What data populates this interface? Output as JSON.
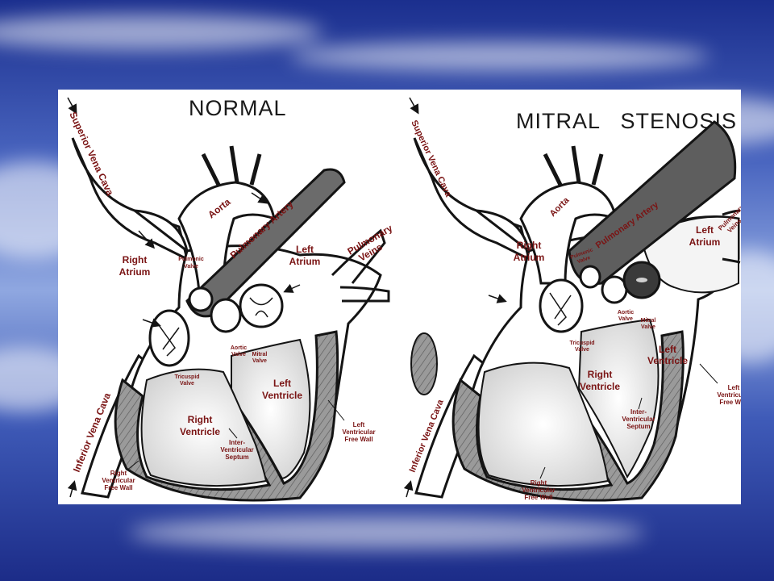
{
  "slide": {
    "colors": {
      "sky_top": "#1b2f8e",
      "sky_mid": "#6a86cf",
      "sky_bottom": "#1c2c88",
      "label": "#7a1414",
      "wall_fill": "#8f8f8f",
      "outline": "#141414"
    }
  },
  "normal": {
    "title": "NORMAL",
    "labels": {
      "superior_vena_cava": "Superior Vena Cava",
      "inferior_vena_cava": "Inferior Vena Cava",
      "aorta": "Aorta",
      "pulmonary_artery": "Pulmonary Artery",
      "pulmonary_veins": [
        "Pulmonary",
        "Veins"
      ],
      "right_atrium": [
        "Right",
        "Atrium"
      ],
      "left_atrium": [
        "Left",
        "Atrium"
      ],
      "pulmonic_valve": [
        "Pulmonic",
        "Valve"
      ],
      "aortic_valve": [
        "Aortic",
        "Valve"
      ],
      "mitral_valve": [
        "Mitral",
        "Valve"
      ],
      "tricuspid_valve": [
        "Tricuspid",
        "Valve"
      ],
      "left_ventricle": [
        "Left",
        "Ventricle"
      ],
      "right_ventricle": [
        "Right",
        "Ventricle"
      ],
      "septum": [
        "Inter-",
        "Ventricular",
        "Septum"
      ],
      "lv_free_wall": [
        "Left",
        "Ventricular",
        "Free Wall"
      ],
      "rv_free_wall": [
        "Right",
        "Ventricular",
        "Free Wall"
      ]
    }
  },
  "mitral_stenosis": {
    "title": "MITRAL   STENOSIS",
    "labels": {
      "superior_vena_cava": "Superior Vena Cava",
      "inferior_vena_cava": "Inferior Vena Cava",
      "aorta": "Aorta",
      "pulmonary_artery": "Pulmonary Artery",
      "pulmonary_veins": [
        "Pulmonary",
        "Veins"
      ],
      "right_atrium": [
        "Right",
        "Atrium"
      ],
      "left_atrium": [
        "Left",
        "Atrium"
      ],
      "pulmonic_valve": [
        "Pulmonic",
        "Valve"
      ],
      "aortic_valve": [
        "Aortic",
        "Valve"
      ],
      "mitral_valve": [
        "Mitral",
        "Valve"
      ],
      "tricuspid_valve": [
        "Tricuspid",
        "Valve"
      ],
      "left_ventricle": [
        "Left",
        "Ventricle"
      ],
      "right_ventricle": [
        "Right",
        "Ventricle"
      ],
      "septum": [
        "Inter-",
        "Ventricular",
        "Septum"
      ],
      "lv_free_wall": [
        "Left",
        "Ventricular",
        "Free Wall"
      ],
      "rv_free_wall": [
        "Right",
        "Ventricular",
        "Free Wall"
      ]
    }
  }
}
